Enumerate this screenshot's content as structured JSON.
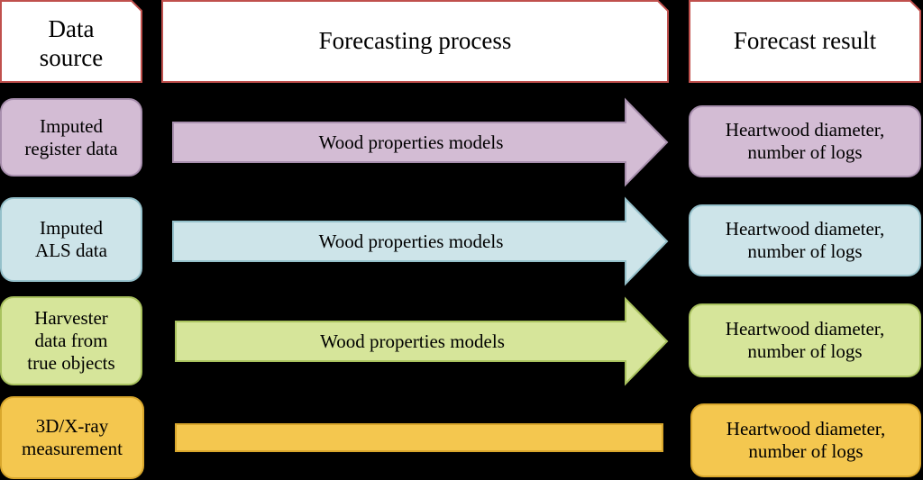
{
  "headers": {
    "data_source": "Data\nsource",
    "forecasting_process": "Forecasting process",
    "forecast_result": "Forecast result"
  },
  "rows": [
    {
      "source": "Imputed\nregister data",
      "process": "Wood properties models",
      "result": "Heartwood diameter,\nnumber of logs",
      "fill": "#d3bcd4",
      "stroke": "#a88fae"
    },
    {
      "source": "Imputed\nALS data",
      "process": "Wood properties models",
      "result": "Heartwood diameter,\nnumber of logs",
      "fill": "#cde4e9",
      "stroke": "#94c0ca"
    },
    {
      "source": "Harvester\ndata from\ntrue objects",
      "process": "Wood properties models",
      "result": "Heartwood diameter,\nnumber of logs",
      "fill": "#d6e59a",
      "stroke": "#a9c25e"
    },
    {
      "source": "3D/X-ray\nmeasurement",
      "process": "",
      "result": "Heartwood diameter,\nnumber of logs",
      "fill": "#f4c74f",
      "stroke": "#d9a72c"
    }
  ]
}
